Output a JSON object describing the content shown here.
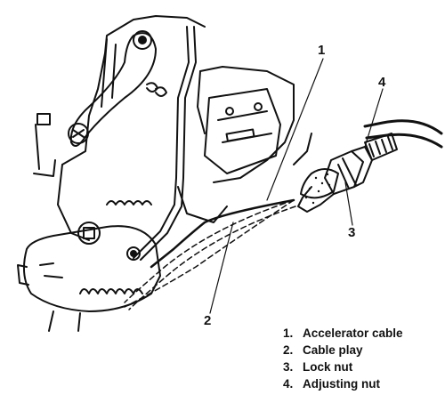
{
  "callouts": {
    "c1": "1",
    "c2": "2",
    "c3": "3",
    "c4": "4"
  },
  "legend": [
    {
      "num": "1.",
      "label": "Accelerator cable"
    },
    {
      "num": "2.",
      "label": "Cable play"
    },
    {
      "num": "3.",
      "label": "Lock nut"
    },
    {
      "num": "4.",
      "label": "Adjusting nut"
    }
  ],
  "colors": {
    "ink": "#111111",
    "paper": "#ffffff"
  }
}
